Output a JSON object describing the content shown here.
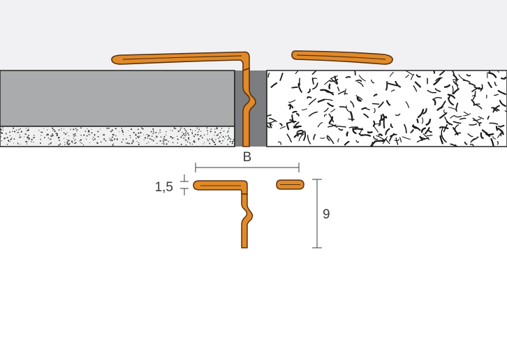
{
  "diagram": {
    "labels": {
      "width": "B",
      "thickness": "1,5",
      "height": "9"
    },
    "colors": {
      "background": "#ffffff",
      "top_area": "#f1f1f3",
      "profile_fill": "#e08a2a",
      "profile_stroke": "#6a3a10",
      "left_covering": "#a9abad",
      "screed": "#eeeeee",
      "gap_fill": "#7b7d80",
      "tile_speckle": "#1a1a1a",
      "dimension_lines": "#3a3a3a"
    }
  }
}
